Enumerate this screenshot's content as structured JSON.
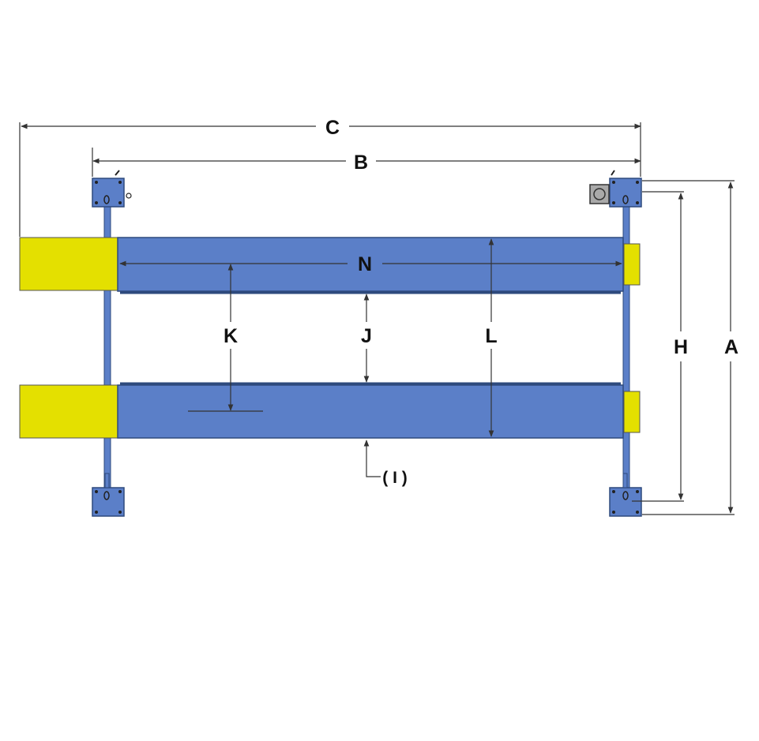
{
  "colors": {
    "runway": "#5b7fc8",
    "runway_edge": "#2e4a7d",
    "ramp": "#e4e000",
    "post": "#5b7fc8",
    "dim_line": "#333333",
    "power_unit": "#a9a9a9"
  },
  "dimensions": {
    "a": "A",
    "b": "B",
    "c": "C",
    "h": "H",
    "i": "( I )",
    "j": "J",
    "k": "K",
    "l": "L",
    "n": "N"
  }
}
